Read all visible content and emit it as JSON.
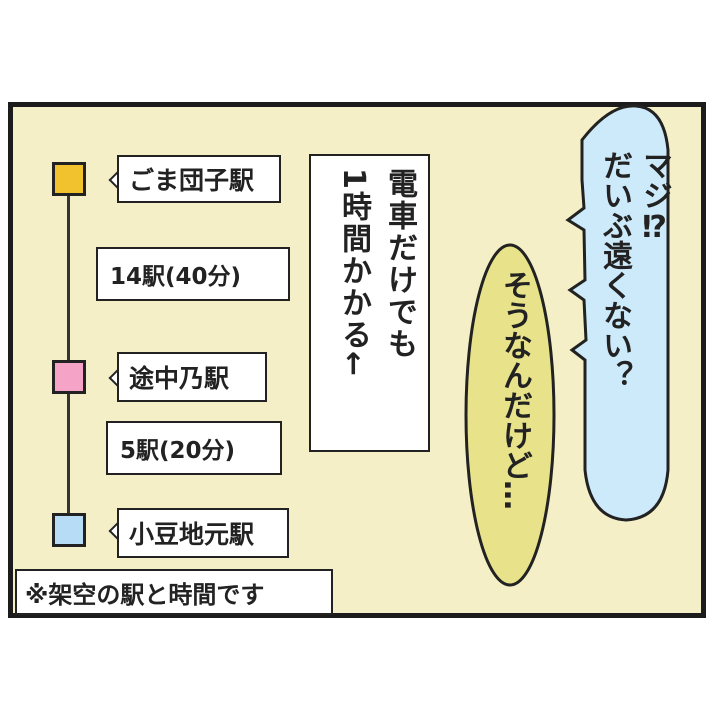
{
  "stations": [
    {
      "name": "ごま団子駅",
      "color": "#f2c12e"
    },
    {
      "name": "途中乃駅",
      "color": "#f6a3c8"
    },
    {
      "name": "小豆地元駅",
      "color": "#b7dcf6"
    }
  ],
  "segments": [
    "14駅(40分)",
    "5駅(20分)"
  ],
  "narration": {
    "line1": "電車だけでも",
    "line2": "1時間かかる←"
  },
  "bubble_blue": {
    "line1": "マジ⁉",
    "line2": "だいぶ遠くない？"
  },
  "bubble_yellow": {
    "text": "そうなんだけど…"
  },
  "footnote": "※架空の駅と時間です",
  "colors": {
    "panel_bg": "#f4efc6",
    "bubble_blue": "#cdeafa",
    "bubble_yellow": "#e8e38a"
  }
}
